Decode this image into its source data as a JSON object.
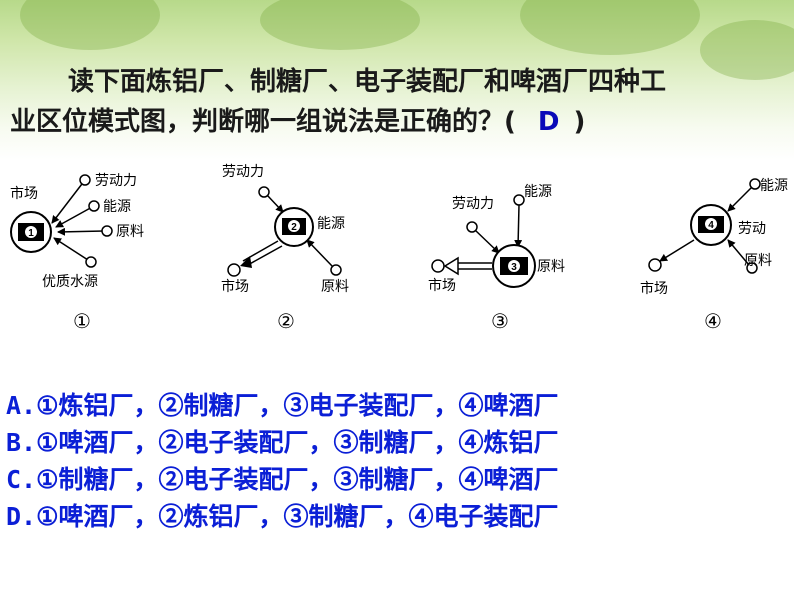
{
  "question": {
    "line1": "读下面炼铝厂、制糖厂、电子装配厂和啤酒厂四种工",
    "line2_prefix": "业区位模式图，判断哪一组说法是正确的？(",
    "answer": "D",
    "line2_suffix": ")"
  },
  "diagrams": [
    {
      "number": "1",
      "caption": "①",
      "labels": {
        "market": "市场",
        "labor": "劳动力",
        "energy": "能源",
        "raw": "原料",
        "water": "优质水源"
      }
    },
    {
      "number": "2",
      "caption": "②",
      "labels": {
        "labor": "劳动力",
        "energy": "能源",
        "market": "市场",
        "raw": "原料"
      }
    },
    {
      "number": "3",
      "caption": "③",
      "labels": {
        "labor": "劳动力",
        "energy": "能源",
        "raw": "原料",
        "market": "市场"
      }
    },
    {
      "number": "4",
      "caption": "④",
      "labels": {
        "energy": "能源",
        "labor": "劳动",
        "raw": "原料",
        "market": "市场"
      }
    }
  ],
  "options": [
    "A.①炼铝厂，②制糖厂，③电子装配厂，④啤酒厂",
    "B.①啤酒厂，②电子装配厂，③制糖厂，④炼铝厂",
    "C.①制糖厂，②电子装配厂，③制糖厂，④啤酒厂",
    "D.①啤酒厂，②炼铝厂，③制糖厂，④电子装配厂"
  ]
}
